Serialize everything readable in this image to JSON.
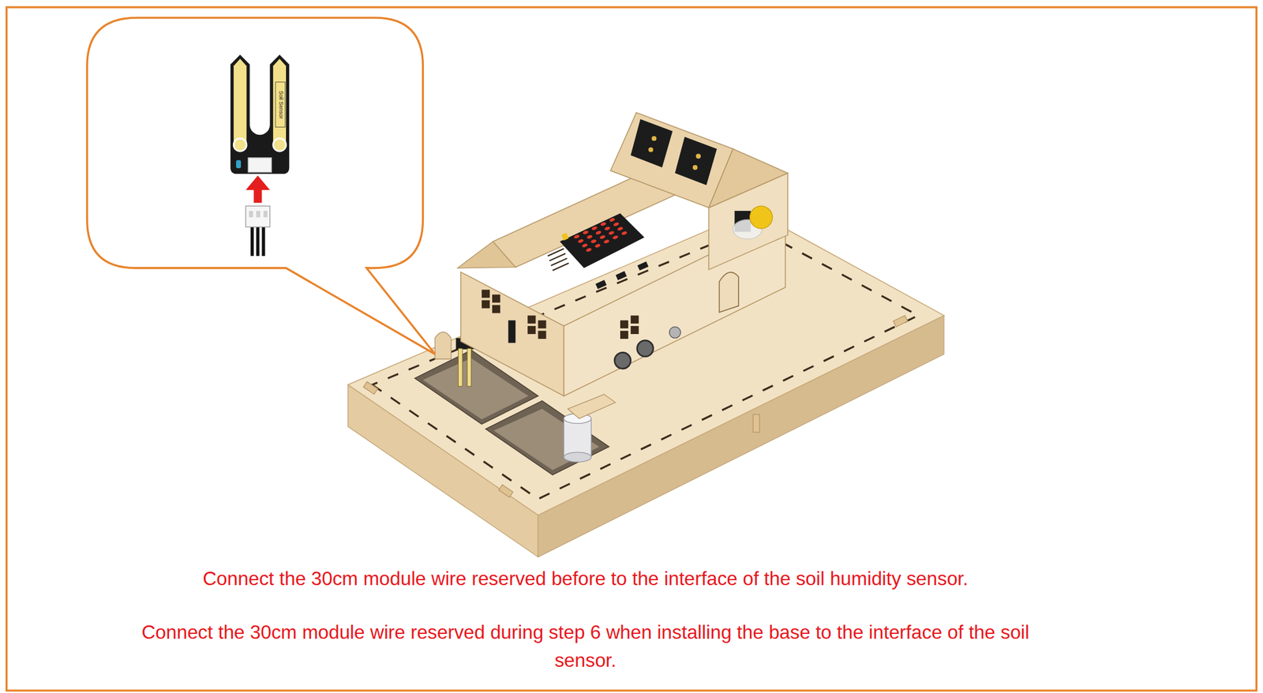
{
  "diagram": {
    "labels": [
      "Soil Sensor",
      "Connect the 30cm module wire reserved before to the interface of the soil humidity sensor.",
      "Connect the 30cm module wire reserved during step 6 when installing the base to the interface of the soil sensor."
    ]
  }
}
